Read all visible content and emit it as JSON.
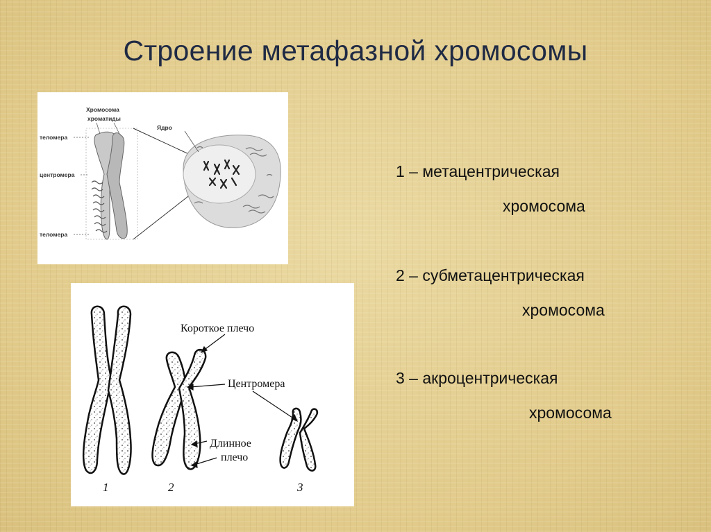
{
  "title": "Строение метафазной хромосомы",
  "top_diagram": {
    "label_chromosome": "Хромосома",
    "label_chromatids": "хроматиды",
    "label_telomere_top": "теломера",
    "label_centromere": "центромера",
    "label_telomere_bottom": "теломера",
    "label_nucleus": "Ядро"
  },
  "bottom_diagram": {
    "label_short_arm": "Короткое плечо",
    "label_centromere": "Центромера",
    "label_long_arm_1": "Длинное",
    "label_long_arm_2": "плечо",
    "number_1": "1",
    "number_2": "2",
    "number_3": "3"
  },
  "legend": [
    {
      "line1": "1 – метацентрическая",
      "line2": "хромосома"
    },
    {
      "line1": "2 – субметацентрическая",
      "line2": "хромосома"
    },
    {
      "line1": "3 – акроцентрическая",
      "line2": "хромосома"
    }
  ]
}
